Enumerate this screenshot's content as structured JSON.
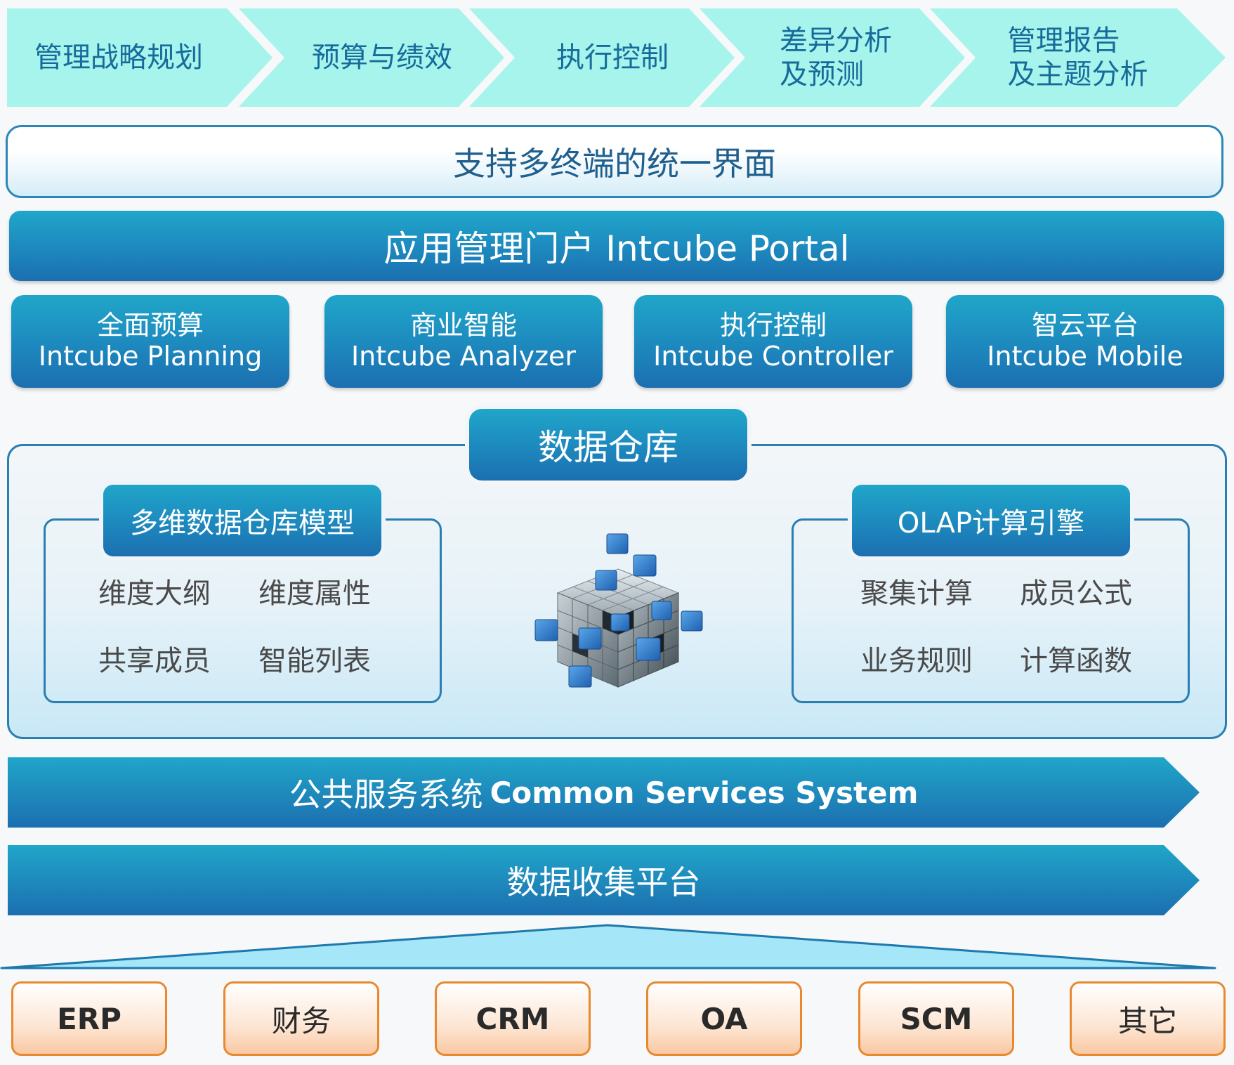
{
  "process_steps": [
    {
      "lines": [
        "管理战略规划"
      ]
    },
    {
      "lines": [
        "预算与绩效"
      ]
    },
    {
      "lines": [
        "执行控制"
      ]
    },
    {
      "lines": [
        "差异分析",
        "及预测"
      ]
    },
    {
      "lines": [
        "管理报告",
        "及主题分析"
      ]
    }
  ],
  "unified_ui": "支持多终端的统一界面",
  "portal": "应用管理门户 Intcube Portal",
  "modules": [
    {
      "cn": "全面预算",
      "en": "Intcube Planning"
    },
    {
      "cn": "商业智能",
      "en": "Intcube Analyzer"
    },
    {
      "cn": "执行控制",
      "en": "Intcube Controller"
    },
    {
      "cn": "智云平台",
      "en": "Intcube Mobile"
    }
  ],
  "data_warehouse": {
    "title": "数据仓库",
    "left": {
      "title": "多维数据仓库模型",
      "items": [
        "维度大纲",
        "维度属性",
        "共享成员",
        "智能列表"
      ]
    },
    "right": {
      "title": "OLAP计算引擎",
      "items": [
        "聚集计算",
        "成员公式",
        "业务规则",
        "计算函数"
      ]
    }
  },
  "common_services": {
    "cn": "公共服务系统",
    "en": "Common Services System"
  },
  "data_collection": "数据收集平台",
  "sources": [
    "ERP",
    "财务",
    "CRM",
    "OA",
    "SCM",
    "其它"
  ],
  "colors": {
    "chevron": "#a6f4ec",
    "chevron_text": "#176b9a",
    "bar_top": "#20a6c9",
    "bar_bottom": "#1c6fb0",
    "frame_border": "#2a7eb2",
    "source_border": "#e8892f",
    "triangle_fill": "#a5e6f8"
  }
}
